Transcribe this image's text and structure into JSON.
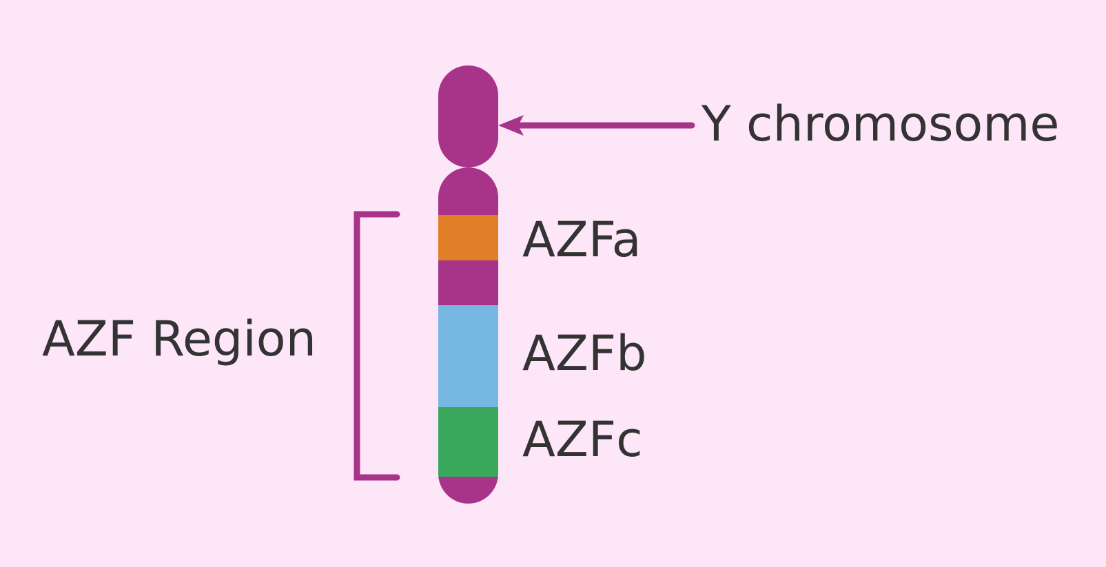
{
  "labels": {
    "chromosome": "Y chromosome",
    "region": "AZF Region",
    "azfa": "AZFa",
    "azfb": "AZFb",
    "azfc": "AZFc"
  },
  "colors": {
    "background": "#fde6f8",
    "chromosome": "#a8348a",
    "azfa": "#e07f27",
    "azfb": "#77b8e3",
    "azfc": "#3aa95d",
    "text": "#333333"
  }
}
